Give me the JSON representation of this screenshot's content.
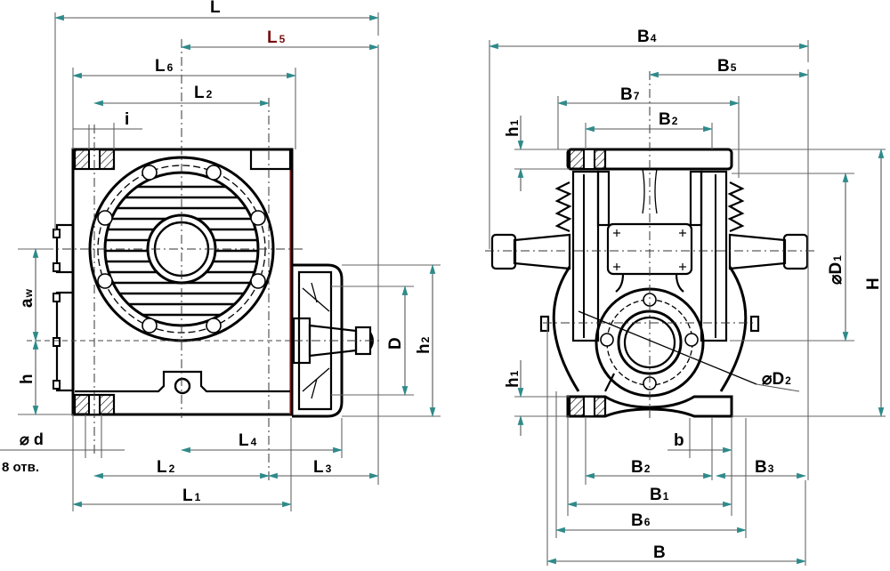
{
  "drawing": {
    "title": "Worm gearbox dimensional drawing",
    "views": [
      "front-view",
      "side-view"
    ],
    "front_view": {
      "labels": {
        "L": {
          "main": "L",
          "sub": ""
        },
        "L5": {
          "main": "L",
          "sub": "5"
        },
        "L6": {
          "main": "L",
          "sub": "6"
        },
        "L2_top": {
          "main": "L",
          "sub": "2"
        },
        "i": {
          "main": "i",
          "sub": ""
        },
        "aw": {
          "main": "a",
          "sub": "w"
        },
        "h": {
          "main": "h",
          "sub": ""
        },
        "D": {
          "main": "D",
          "sub": ""
        },
        "h2": {
          "main": "h",
          "sub": "2"
        },
        "d": {
          "main": "⌀ d",
          "sub": ""
        },
        "holes_note": "8 отв.",
        "L4": {
          "main": "L",
          "sub": "4"
        },
        "L2_bottom": {
          "main": "L",
          "sub": "2"
        },
        "L3": {
          "main": "L",
          "sub": "3"
        },
        "L1": {
          "main": "L",
          "sub": "1"
        }
      }
    },
    "side_view": {
      "labels": {
        "B4": {
          "main": "B",
          "sub": "4"
        },
        "B5": {
          "main": "B",
          "sub": "5"
        },
        "B7": {
          "main": "B",
          "sub": "7"
        },
        "B2_top": {
          "main": "B",
          "sub": "2"
        },
        "h1_top": {
          "main": "h",
          "sub": "1"
        },
        "D1": {
          "main": "⌀D",
          "sub": "1"
        },
        "H": {
          "main": "H",
          "sub": ""
        },
        "D2": {
          "main": "⌀D",
          "sub": "2"
        },
        "h1_bottom": {
          "main": "h",
          "sub": "1"
        },
        "b": {
          "main": "b",
          "sub": ""
        },
        "B2_bottom": {
          "main": "B",
          "sub": "2"
        },
        "B3": {
          "main": "B",
          "sub": "3"
        },
        "B1": {
          "main": "B",
          "sub": "1"
        },
        "B6": {
          "main": "B",
          "sub": "6"
        },
        "B": {
          "main": "B",
          "sub": ""
        }
      }
    },
    "colors": {
      "arrow": "#2f8a8a",
      "line": "#000000",
      "dimension": "#555555"
    }
  }
}
